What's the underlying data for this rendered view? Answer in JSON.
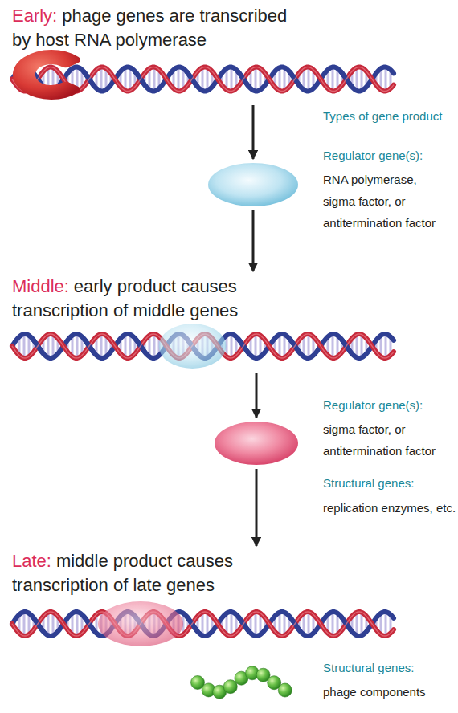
{
  "diagram": {
    "nodes": [
      {
        "text": [
          "Early:",
          "phage genes are transcribed by host RNA polymerase"
        ]
      },
      {
        "text": [
          "Regulator gene(s):",
          "RNA polymerase, sigma factor, or antitermination factor"
        ]
      },
      {
        "text": [
          "Middle:",
          "early product causes transcription of middle genes"
        ]
      },
      {
        "text": [
          "Regulator gene(s):",
          "sigma factor, or antitermination factor",
          "Structural genes:",
          "replication enzymes, etc."
        ]
      },
      {
        "text": [
          "Late:",
          "middle product causes transcription of late genes"
        ]
      },
      {
        "text": [
          "Structural genes:",
          "phage components"
        ]
      }
    ],
    "edges": [
      {
        "from": 0,
        "to": 1,
        "arrow": "to"
      },
      {
        "from": 1,
        "to": 2,
        "arrow": "to"
      },
      {
        "from": 2,
        "to": 3,
        "arrow": "to"
      },
      {
        "from": 3,
        "to": 4,
        "arrow": "to"
      }
    ],
    "labels": [
      "Types of gene product"
    ]
  }
}
